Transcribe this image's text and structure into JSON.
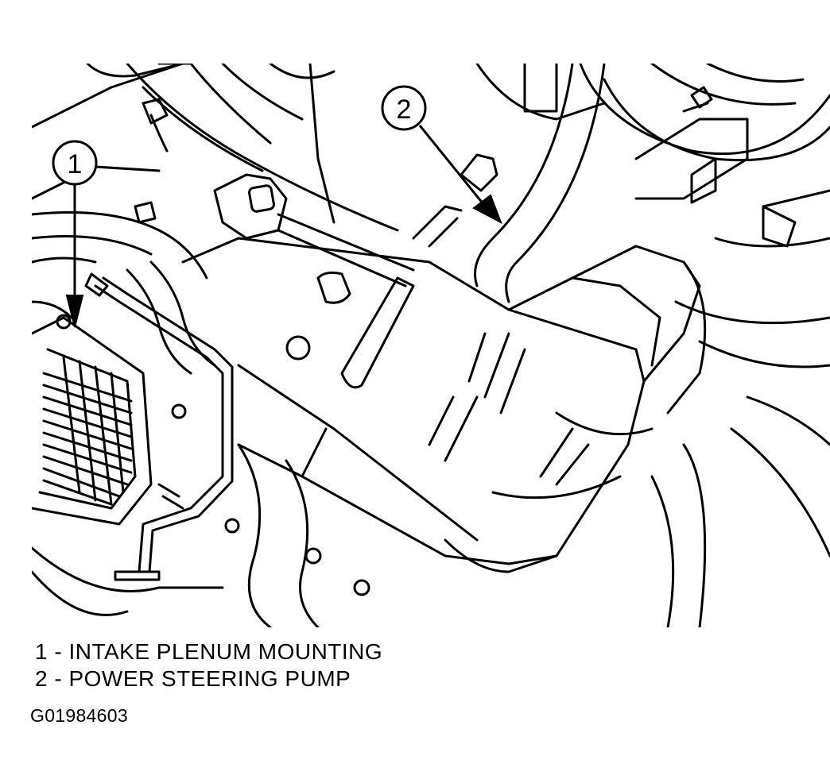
{
  "callouts": [
    {
      "number": "1"
    },
    {
      "number": "2"
    }
  ],
  "legend": [
    {
      "text": "1 - INTAKE PLENUM MOUNTING"
    },
    {
      "text": "2 - POWER STEERING PUMP"
    }
  ],
  "figure_id": "G01984603",
  "colors": {
    "line": "#000000",
    "background": "#ffffff"
  }
}
